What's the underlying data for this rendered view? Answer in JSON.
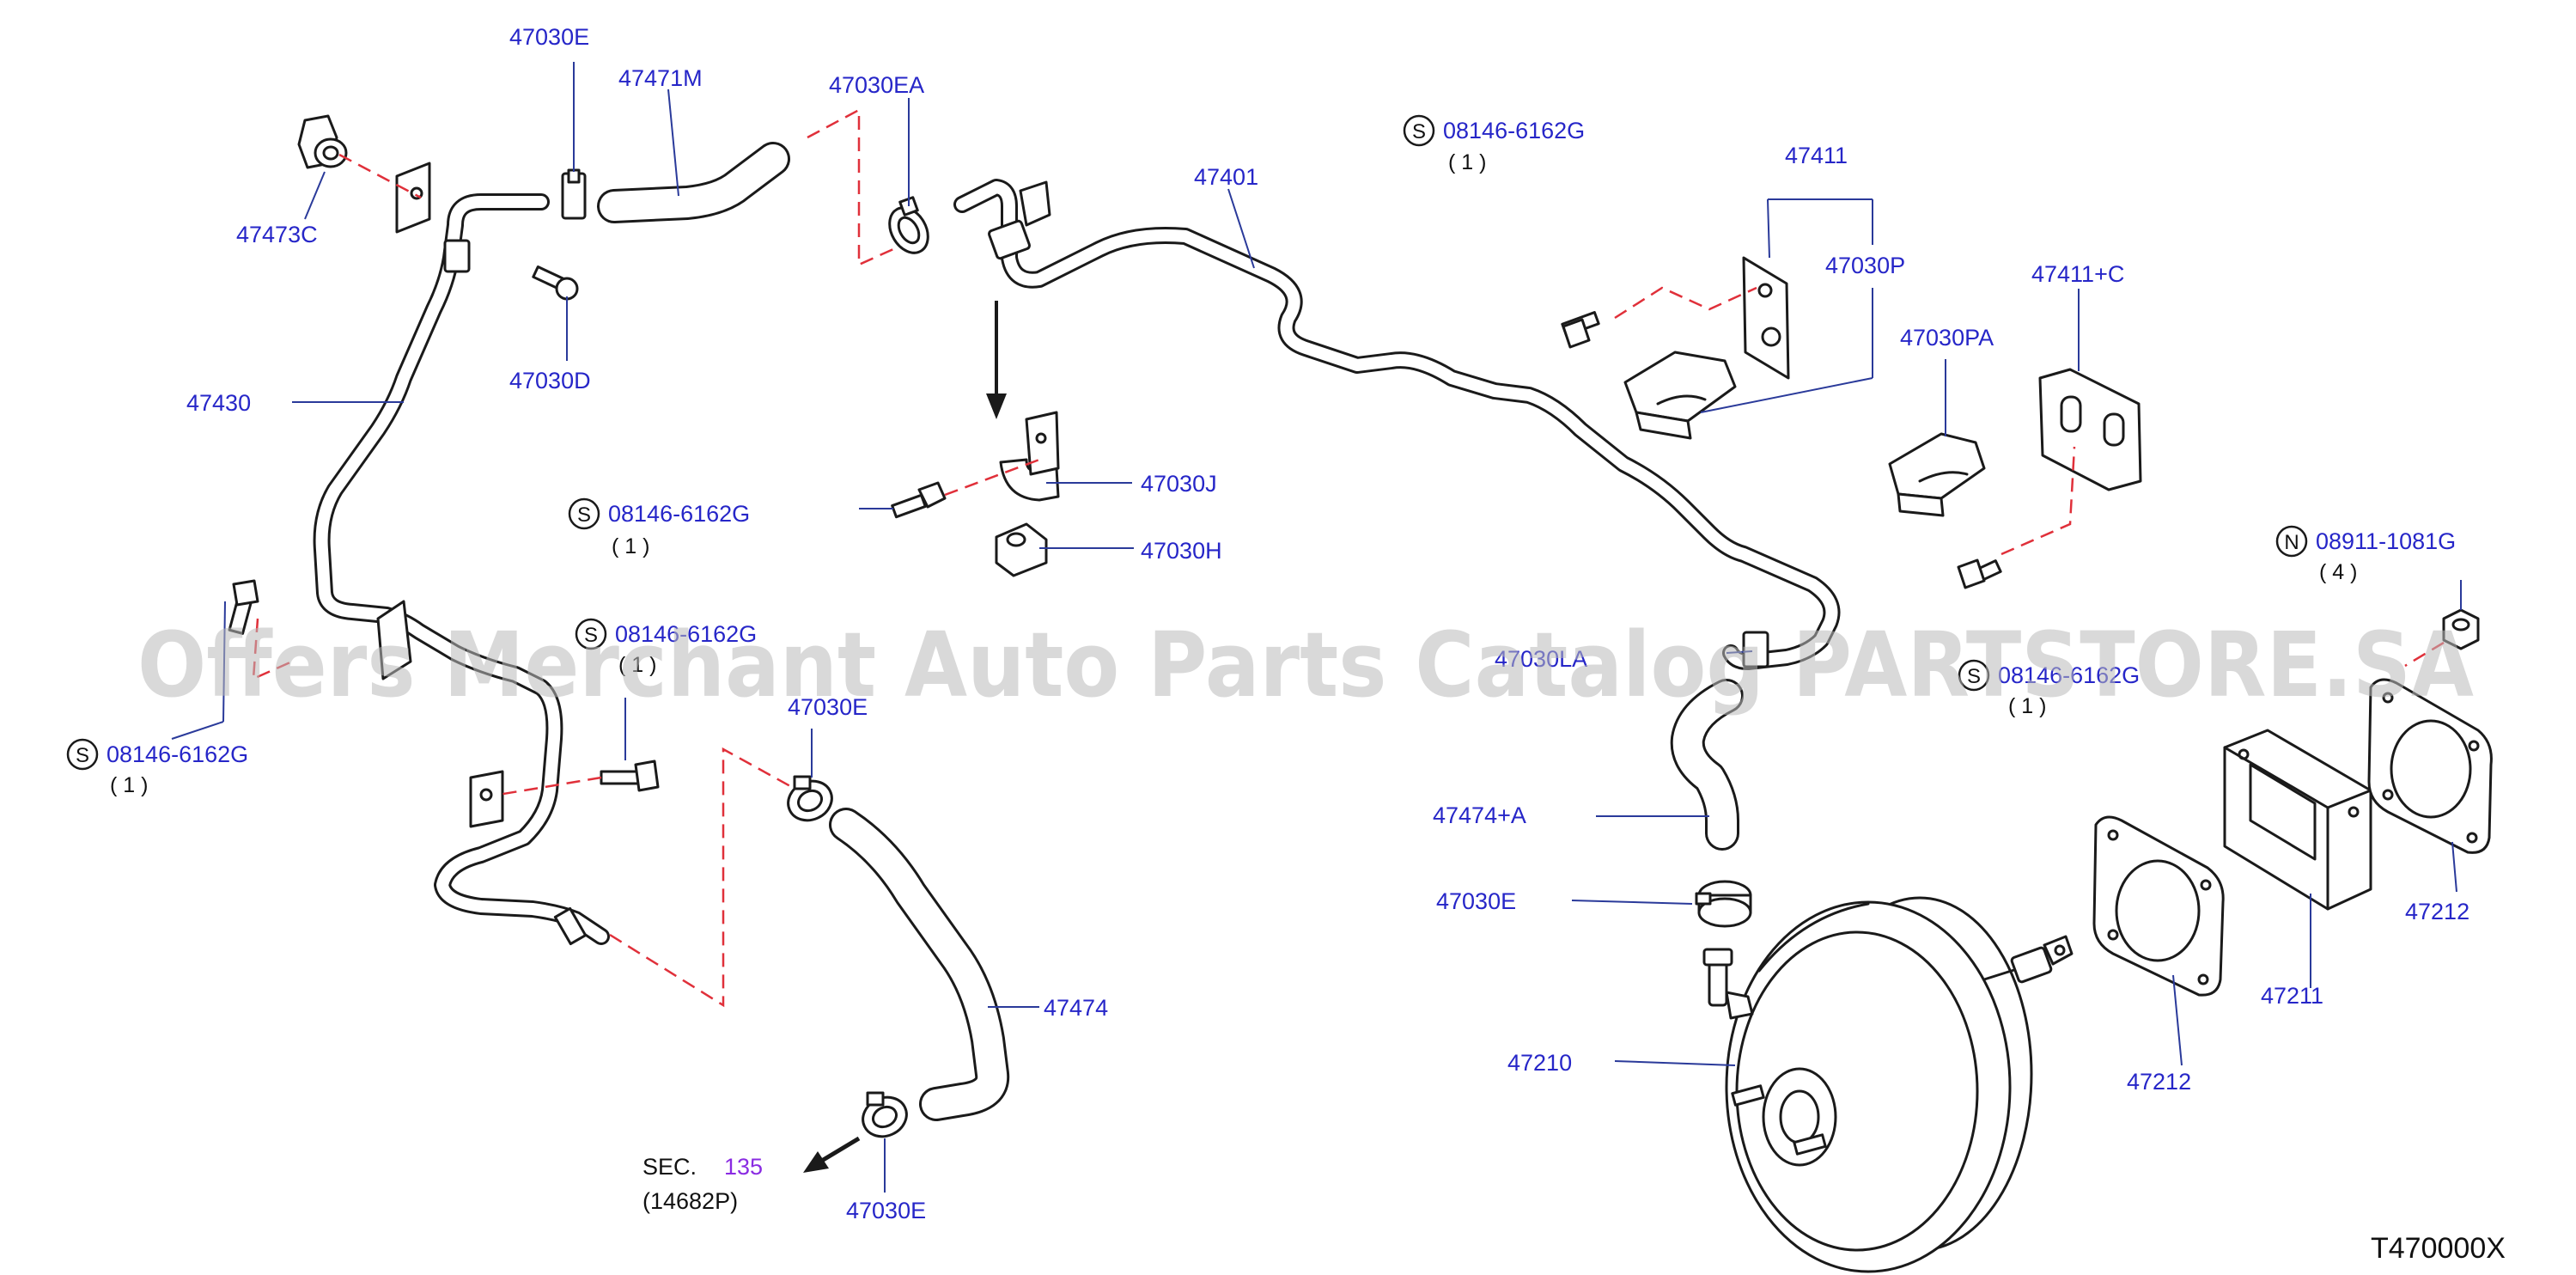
{
  "diagram_code": "T470000X",
  "watermark": "Offers Merchant Auto Parts Catalog PARTSTORE.SA",
  "labels": {
    "p47030e_top": "47030E",
    "p47471m": "47471M",
    "p47030ea": "47030EA",
    "p47473c": "47473C",
    "p47030d": "47030D",
    "p47430": "47430",
    "p47401": "47401",
    "p47030j": "47030J",
    "p47030h": "47030H",
    "p47411": "47411",
    "p47030p": "47030P",
    "p47030pa": "47030PA",
    "p47411c": "47411+C",
    "p47030e_mid": "47030E",
    "p47474": "47474",
    "p47030e_bot": "47030E",
    "p47030la": "47030LA",
    "p47474a": "47474+A",
    "p47030e_right": "47030E",
    "p47210": "47210",
    "p47212_a": "47212",
    "p47211": "47211",
    "p47212_b": "47212"
  },
  "fasteners": [
    {
      "letter": "S",
      "part": "08146-6162G",
      "qty": "( 1 )"
    },
    {
      "letter": "S",
      "part": "08146-6162G",
      "qty": "( 1 )"
    },
    {
      "letter": "S",
      "part": "08146-6162G",
      "qty": "( 1 )"
    },
    {
      "letter": "S",
      "part": "08146-6162G",
      "qty": "( 1 )"
    },
    {
      "letter": "S",
      "part": "08146-6162G",
      "qty": "( 1 )"
    },
    {
      "letter": "N",
      "part": "08911-1081G",
      "qty": "( 4 )"
    }
  ],
  "section_ref": {
    "prefix": "SEC.",
    "number": "135",
    "sub": "(14682P)"
  },
  "colors": {
    "label": "#2626c8",
    "section_number": "#8a2be2",
    "leader": "#2a3a9a",
    "dashed_guide": "#e0303a",
    "line_art": "#1a1a1a"
  }
}
